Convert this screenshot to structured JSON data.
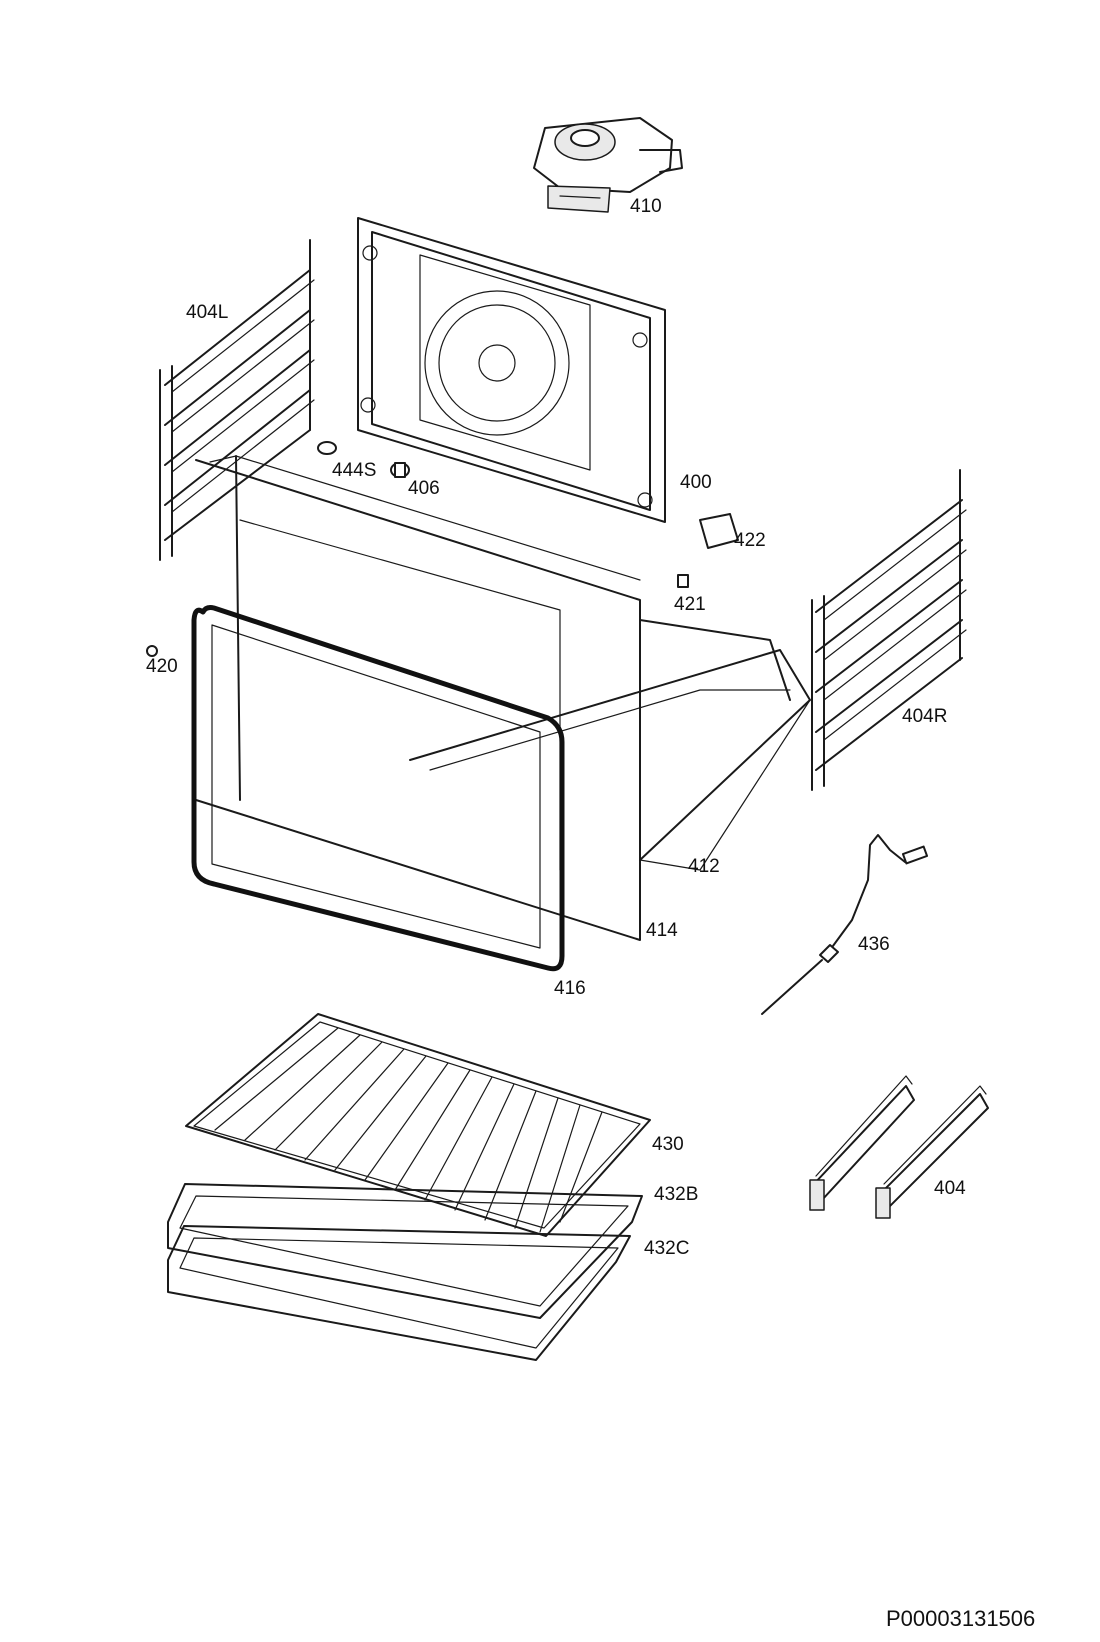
{
  "parts": {
    "p410": "410",
    "p404L": "404L",
    "p444S": "444S",
    "p406": "406",
    "p400": "400",
    "p422": "422",
    "p421": "421",
    "p420": "420",
    "p404R": "404R",
    "p412": "412",
    "p414": "414",
    "p416": "416",
    "p436": "436",
    "p430": "430",
    "p432B": "432B",
    "p432C": "432C",
    "p404": "404"
  },
  "reference_number": "P00003131506"
}
